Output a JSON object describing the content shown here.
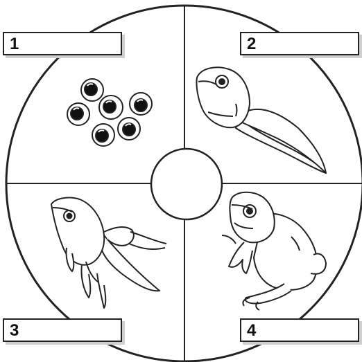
{
  "stages": [
    {
      "number": "1",
      "icon": "frog-eggs-icon"
    },
    {
      "number": "2",
      "icon": "tadpole-icon"
    },
    {
      "number": "3",
      "icon": "froglet-icon"
    },
    {
      "number": "4",
      "icon": "adult-frog-icon"
    }
  ],
  "colors": {
    "line": "#222222",
    "background": "#ffffff",
    "label_shadow": "#cfcfcf"
  }
}
